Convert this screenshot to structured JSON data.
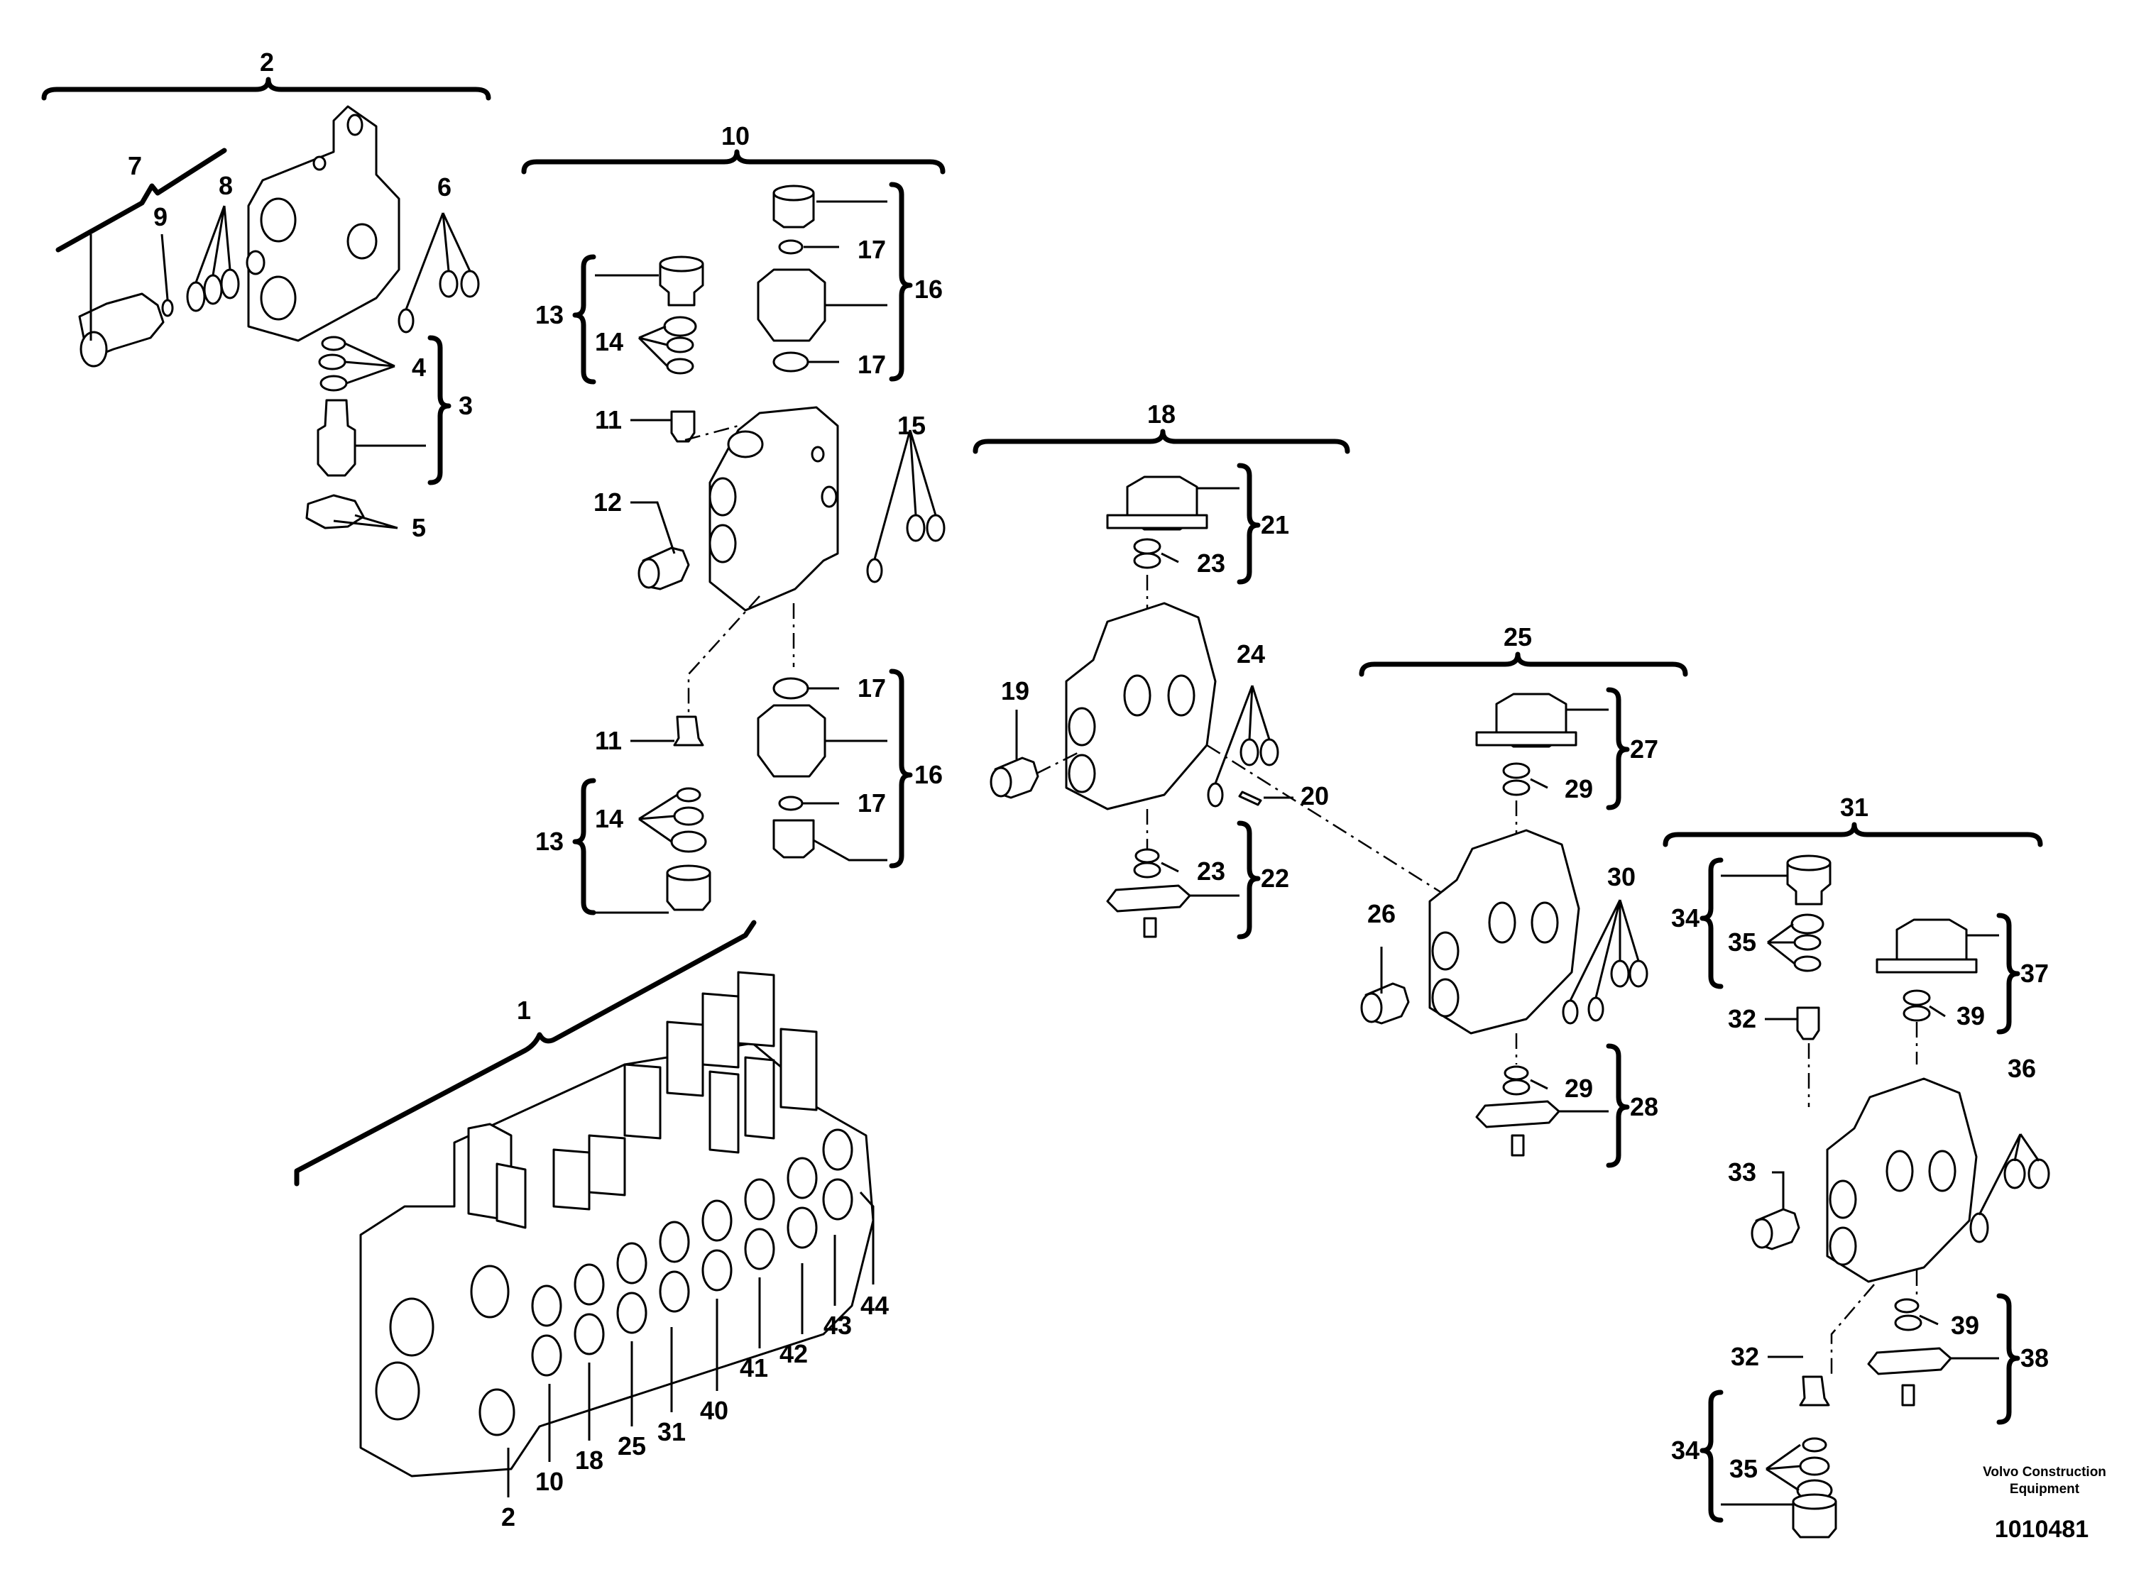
{
  "diagram": {
    "callouts": {
      "c1": "1",
      "c2": "2",
      "c3": "3",
      "c4": "4",
      "c5": "5",
      "c6": "6",
      "c7": "7",
      "c8": "8",
      "c9": "9",
      "c10": "10",
      "c11": "11",
      "c12": "12",
      "c13": "13",
      "c14": "14",
      "c15": "15",
      "c16": "16",
      "c17": "17",
      "c18": "18",
      "c19": "19",
      "c20": "20",
      "c21": "21",
      "c22": "22",
      "c23": "23",
      "c24": "24",
      "c25": "25",
      "c26": "26",
      "c27": "27",
      "c28": "28",
      "c29": "29",
      "c30": "30",
      "c31": "31",
      "c32": "32",
      "c33": "33",
      "c34": "34",
      "c35": "35",
      "c36": "36",
      "c37": "37",
      "c38": "38",
      "c39": "39",
      "c40": "40",
      "c41": "41",
      "c42": "42",
      "c43": "43",
      "c44": "44"
    },
    "footer": {
      "brand_line1": "Volvo Construction",
      "brand_line2": "Equipment",
      "drawing_number": "1010481"
    }
  }
}
